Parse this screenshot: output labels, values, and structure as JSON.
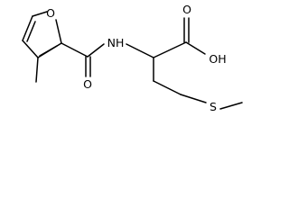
{
  "structure": {
    "atoms": {
      "ring_oxygen": "O",
      "amide_nitrogen": "NH",
      "amide_oxygen": "O",
      "acid_oxygen": "O",
      "acid_hydroxyl": "OH",
      "sulfur": "S"
    },
    "colors": {
      "bond": "#000000",
      "label": "#000000",
      "background": "#ffffff"
    }
  }
}
